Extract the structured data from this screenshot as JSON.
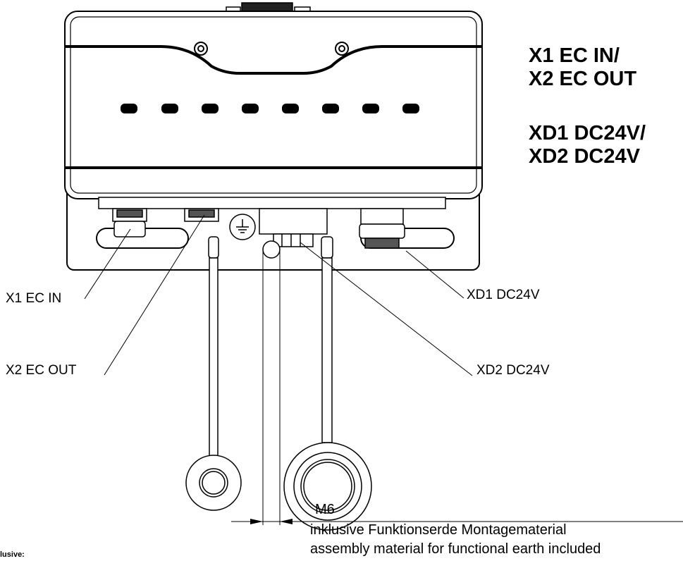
{
  "titles": {
    "line1": "X1 EC IN/",
    "line2": "X2 EC OUT",
    "line3": "XD1 DC24V/",
    "line4": "XD2 DC24V"
  },
  "callouts": {
    "x1": "X1 EC IN",
    "x2": "X2 EC OUT",
    "xd1": "XD1 DC24V",
    "xd2": "XD2 DC24V"
  },
  "dimension": {
    "thread": "M6",
    "note_de": "inklusive Funktionserde Montagematerial",
    "note_en": "assembly material for functional earth included"
  },
  "edge_text": "lusive:"
}
